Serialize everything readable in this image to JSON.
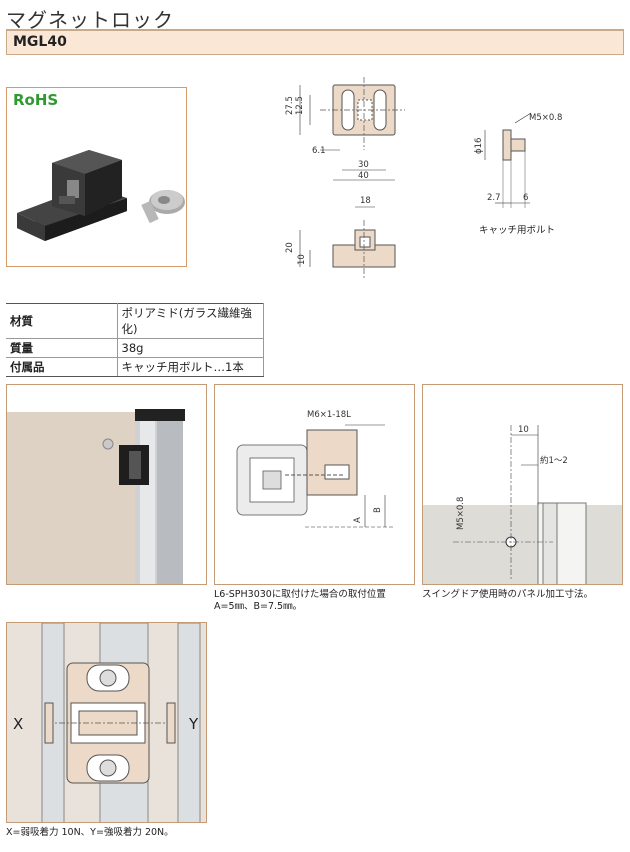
{
  "header": {
    "title": "マグネットロック",
    "model": "MGL40"
  },
  "badge": {
    "rohs": "RoHS"
  },
  "drawing_main": {
    "dims": {
      "d275": "27.5",
      "d125": "12.5",
      "d61": "6.1",
      "d30": "30",
      "d40": "40",
      "d18": "18",
      "d20": "20",
      "d10": "10"
    }
  },
  "drawing_bolt": {
    "m5": "M5×0.8",
    "phi16": "ϕ16",
    "d27": "2.7",
    "d6": "6",
    "caption": "キャッチ用ボルト"
  },
  "specs": [
    {
      "key": "材質",
      "value": "ポリアミド(ガラス繊維強化)"
    },
    {
      "key": "質量",
      "value": "38g"
    },
    {
      "key": "付属品",
      "value": "キャッチ用ボルト…1本"
    }
  ],
  "panel2": {
    "label": "M6×1-18L",
    "a": "A",
    "b": "B",
    "caption_line1": "L6-SPH3030に取付けた場合の取付位置",
    "caption_line2": "A=5㎜、B=7.5㎜。"
  },
  "panel3": {
    "d10": "10",
    "approx": "約1～2",
    "m5": "M5×0.8",
    "caption": "スイングドア使用時のパネル加工寸法。"
  },
  "panel4": {
    "x": "X",
    "y": "Y",
    "caption": "X=弱吸着力 10N、Y=強吸着力 20N。"
  },
  "colors": {
    "accent_border": "#c59a76",
    "model_bar": "#fbe7d6",
    "part_fill": "#ecd9c7",
    "rohs_green": "#2f9a2f"
  }
}
